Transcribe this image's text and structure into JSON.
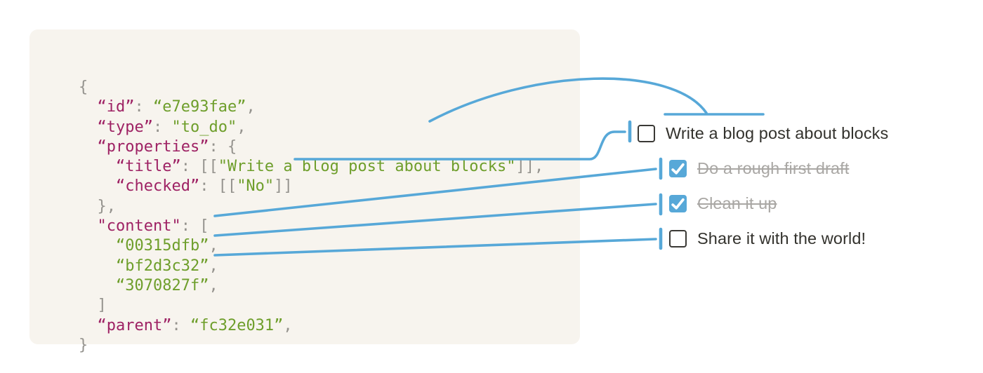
{
  "colors": {
    "key": "#9e2264",
    "value": "#6e9e2b",
    "punct": "#95938e",
    "arrow": "#57a8d8",
    "panel": "#f7f4ee",
    "text": "#33322d",
    "done_text": "#a9a7a4",
    "checkbox_border": "#3a3935",
    "checkbox_checked_fill": "#57a8d8"
  },
  "code_block": {
    "language": "json",
    "lines": [
      [
        [
          "p",
          "{"
        ]
      ],
      [
        [
          "p",
          "  "
        ],
        [
          "k",
          "“id”"
        ],
        [
          "p",
          ": "
        ],
        [
          "v",
          "“e7e93fae”"
        ],
        [
          "p",
          ","
        ]
      ],
      [
        [
          "p",
          "  "
        ],
        [
          "k",
          "“type”"
        ],
        [
          "p",
          ": "
        ],
        [
          "v",
          "\"to_do\""
        ],
        [
          "p",
          ","
        ]
      ],
      [
        [
          "p",
          "  "
        ],
        [
          "k",
          "“properties”"
        ],
        [
          "p",
          ": {"
        ]
      ],
      [
        [
          "p",
          "    "
        ],
        [
          "k",
          "“title”"
        ],
        [
          "p",
          ": [["
        ],
        [
          "v",
          "\"Write a blog post about blocks\""
        ],
        [
          "p",
          "]],"
        ]
      ],
      [
        [
          "p",
          "    "
        ],
        [
          "k",
          "“checked”"
        ],
        [
          "p",
          ": [["
        ],
        [
          "v",
          "\"No\""
        ],
        [
          "p",
          "]]"
        ]
      ],
      [
        [
          "p",
          "  },"
        ]
      ],
      [
        [
          "p",
          "  "
        ],
        [
          "k",
          "\"content\""
        ],
        [
          "p",
          ": ["
        ]
      ],
      [
        [
          "p",
          "    "
        ],
        [
          "v",
          "“00315dfb”"
        ],
        [
          "p",
          ","
        ]
      ],
      [
        [
          "p",
          "    "
        ],
        [
          "v",
          "“bf2d3c32”"
        ],
        [
          "p",
          ","
        ]
      ],
      [
        [
          "p",
          "    "
        ],
        [
          "v",
          "“3070827f”"
        ],
        [
          "p",
          ","
        ]
      ],
      [
        [
          "p",
          "  ]"
        ]
      ],
      [
        [
          "p",
          "  "
        ],
        [
          "k",
          "“parent”"
        ],
        [
          "p",
          ": "
        ],
        [
          "v",
          "“fc32e031”"
        ],
        [
          "p",
          ","
        ]
      ],
      [
        [
          "p",
          "}"
        ]
      ]
    ]
  },
  "todo_list": {
    "items": [
      {
        "label": "Write a blog post about blocks",
        "checked": false,
        "indent": 0
      },
      {
        "label": "Do a rough first draft",
        "checked": true,
        "indent": 1
      },
      {
        "label": "Clean it up",
        "checked": true,
        "indent": 1
      },
      {
        "label": "Share it with the world!",
        "checked": false,
        "indent": 1
      }
    ]
  },
  "connectors": [
    {
      "from": "properties.title",
      "to": "Write a blog post about blocks (item text)"
    },
    {
      "from": "properties.checked [[\"No\"]]",
      "to": "Write a blog post about blocks (checkbox)"
    },
    {
      "from": "content 00315dfb",
      "to": "Do a rough first draft"
    },
    {
      "from": "content bf2d3c32",
      "to": "Clean it up"
    },
    {
      "from": "content 3070827f",
      "to": "Share it with the world!"
    }
  ]
}
